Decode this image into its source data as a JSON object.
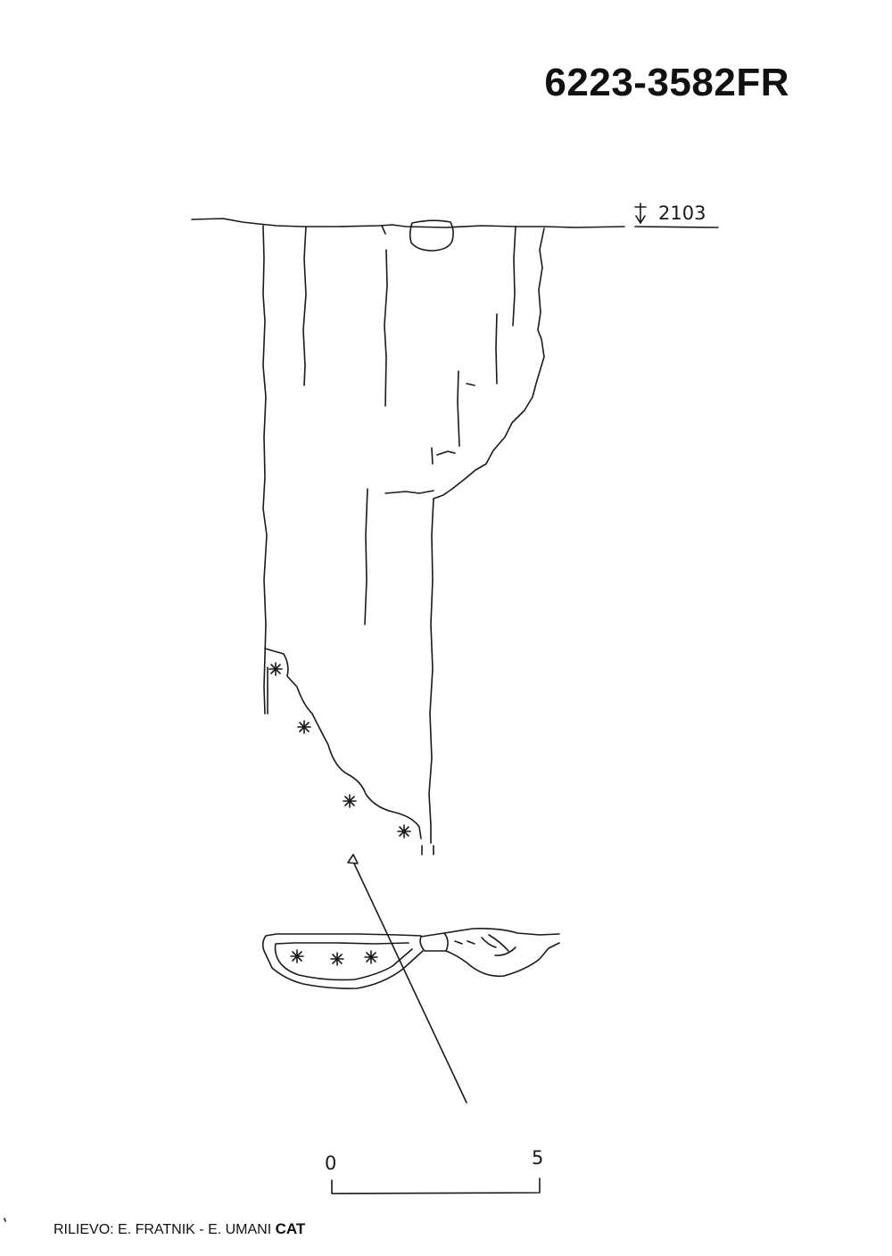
{
  "cave_id": "6223-3582FR",
  "entrance_elevation": "2103",
  "scale_bar": {
    "start_label": "0",
    "end_label": "5"
  },
  "credits": {
    "surveyors": "RILIEVO: E. FRATNIK - E. UMANI",
    "organization": "CAT"
  }
}
